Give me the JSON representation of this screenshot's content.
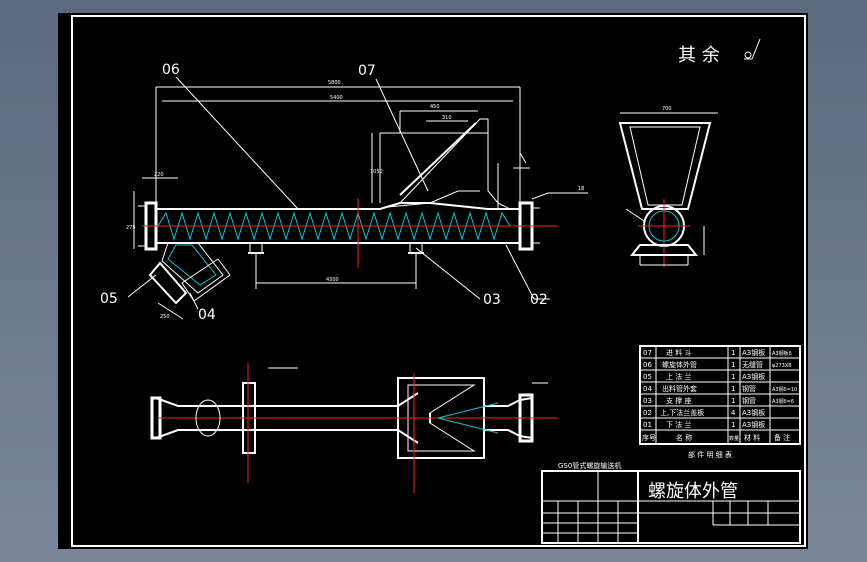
{
  "drawing": {
    "surface_note": "其 余",
    "part_labels": [
      "06",
      "07",
      "05",
      "04",
      "03",
      "02"
    ],
    "table_caption": "部 件 明 细 表",
    "title_block_name": "螺旋体外管",
    "subtitle_small": "GS0管式螺旋输送机",
    "bom_rows": [
      {
        "no": "07",
        "name": "进 料 斗",
        "qty": "1",
        "material": "A3钢板",
        "note": "A3钢板δ"
      },
      {
        "no": "06",
        "name": "螺旋体外管",
        "qty": "1",
        "material": "无缝管",
        "note": "φ273X8"
      },
      {
        "no": "05",
        "name": "上 法 兰",
        "qty": "1",
        "material": "A3钢板",
        "note": ""
      },
      {
        "no": "04",
        "name": "出料管外套",
        "qty": "1",
        "material": "钢管",
        "note": "A3钢δ=10"
      },
      {
        "no": "03",
        "name": "支 撑 座",
        "qty": "1",
        "material": "钢管",
        "note": "A3钢δ=6"
      },
      {
        "no": "02",
        "name": "上,下法兰盖板",
        "qty": "4",
        "material": "A3钢板",
        "note": ""
      },
      {
        "no": "01",
        "name": "下 法 兰",
        "qty": "1",
        "material": "A3钢板",
        "note": ""
      }
    ],
    "bom_header": [
      "序号",
      "名 称",
      "数量",
      "材 料",
      "备 注"
    ],
    "dimensions": [
      "5800",
      "5400",
      "450",
      "310",
      "1050",
      "700",
      "4300",
      "275",
      "220",
      "250",
      "18"
    ]
  }
}
